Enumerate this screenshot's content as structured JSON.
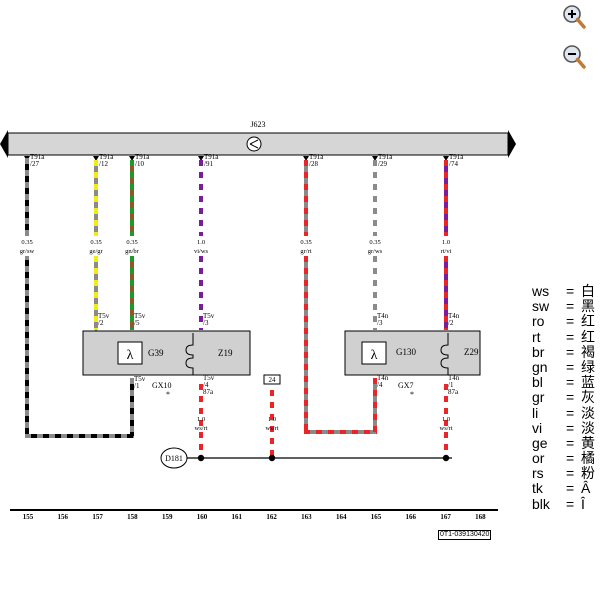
{
  "toolbar": {
    "zoom_in_icon": "magnifier-plus-icon",
    "zoom_out_icon": "magnifier-minus-icon"
  },
  "bus": {
    "label": "J623",
    "connector_symbol": "ground-circle-icon"
  },
  "pins": [
    {
      "conn": "T91a",
      "pin": "/27"
    },
    {
      "conn": "T91a",
      "pin": "/12"
    },
    {
      "conn": "T91a",
      "pin": "/10"
    },
    {
      "conn": "T91a",
      "pin": "/91"
    },
    {
      "conn": "T91a",
      "pin": "/28"
    },
    {
      "conn": "T91a",
      "pin": "/29"
    },
    {
      "conn": "T91a",
      "pin": "/74"
    }
  ],
  "wires": [
    {
      "size": "0.35",
      "color": "gr/sw"
    },
    {
      "size": "0.35",
      "color": "ge/gr"
    },
    {
      "size": "0.35",
      "color": "gn/br"
    },
    {
      "size": "1.0",
      "color": "vi/ws"
    },
    {
      "size": "0.35",
      "color": "gr/rt"
    },
    {
      "size": "0.35",
      "color": "gr/ws"
    },
    {
      "size": "1.0",
      "color": "rt/vi"
    }
  ],
  "sensor1": {
    "pins_top": [
      "T5v",
      "/2",
      "T5v",
      "/5",
      "T5v",
      "/3"
    ],
    "pins_bottom": [
      "T5v",
      "/1",
      "T5v",
      "/4"
    ],
    "label_a": "G39",
    "label_b": "Z19",
    "group": "GX10",
    "star": "*",
    "ref": "87a"
  },
  "sensor2": {
    "pins_top": [
      "T4n",
      "/3",
      "T4n",
      "/2"
    ],
    "pins_bottom": [
      "T4n",
      "/4",
      "T4n",
      "/1"
    ],
    "label_a": "G130",
    "label_b": "Z29",
    "group": "GX7",
    "star": "*",
    "ref": "87a"
  },
  "lower_wires": [
    {
      "size": "1.0",
      "color": "ws/rt"
    },
    {
      "size": "1.0",
      "color": "ws/rt"
    },
    {
      "size": "1.0",
      "color": "ws/rt"
    }
  ],
  "connector_24": "24",
  "ground": "D181",
  "scale": [
    "155",
    "156",
    "157",
    "158",
    "159",
    "160",
    "161",
    "162",
    "163",
    "164",
    "165",
    "166",
    "167",
    "168"
  ],
  "doc_id": "0T1-039130420",
  "legend": [
    {
      "code": "ws",
      "eq": "=",
      "name": "白"
    },
    {
      "code": "sw",
      "eq": "=",
      "name": "黑"
    },
    {
      "code": "ro",
      "eq": "=",
      "name": "红"
    },
    {
      "code": "rt",
      "eq": "=",
      "name": "红"
    },
    {
      "code": "br",
      "eq": "=",
      "name": "褐"
    },
    {
      "code": "gn",
      "eq": "=",
      "name": "绿"
    },
    {
      "code": "bl",
      "eq": "=",
      "name": "蓝"
    },
    {
      "code": "gr",
      "eq": "=",
      "name": "灰"
    },
    {
      "code": "li",
      "eq": "=",
      "name": "淡"
    },
    {
      "code": "vi",
      "eq": "=",
      "name": "淡"
    },
    {
      "code": "ge",
      "eq": "=",
      "name": "黄"
    },
    {
      "code": "or",
      "eq": "=",
      "name": "橘"
    },
    {
      "code": "rs",
      "eq": "=",
      "name": "粉"
    },
    {
      "code": "tk",
      "eq": "=",
      "name": "Â"
    },
    {
      "code": "blk",
      "eq": "=",
      "name": "Î"
    }
  ],
  "colors": {
    "bus_fill": "#d6d6d6",
    "box_fill": "#d0d0d0",
    "red": "#e8262a",
    "grey": "#8a8a8a",
    "yellow": "#f5ea14",
    "green": "#1f9a2a",
    "violet": "#7a1d9a",
    "black": "#000000"
  }
}
